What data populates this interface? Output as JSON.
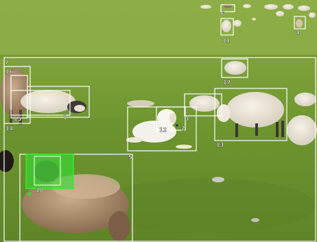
{
  "image": {
    "description": "Flock of sheep grazing on a green hillside with a white sheepdog lying among them; white detection boxes with numeric ids overlay animals, one box highlighted green"
  },
  "detections": [
    {
      "label": "1"
    },
    {
      "label": "2"
    },
    {
      "label": "3"
    },
    {
      "label": "4"
    },
    {
      "label": "5"
    },
    {
      "label": "6"
    },
    {
      "label": "7"
    },
    {
      "label": "10"
    },
    {
      "label": "11"
    },
    {
      "label": "12"
    },
    {
      "label": "13"
    },
    {
      "label": "14"
    },
    {
      "label": "15"
    },
    {
      "label": "16"
    },
    {
      "label": "17"
    }
  ],
  "colors": {
    "box": "#ffffff",
    "highlight": "#33dd33",
    "grass_light": "#8fb24a",
    "grass_dark": "#5c7f24"
  }
}
